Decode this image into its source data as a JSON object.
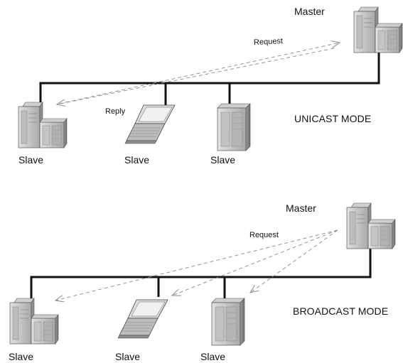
{
  "unicast": {
    "master_label": "Master",
    "request_label": "Request",
    "reply_label": "Reply",
    "mode_label": "UNICAST MODE",
    "slaves": [
      "Slave",
      "Slave",
      "Slave"
    ]
  },
  "broadcast": {
    "master_label": "Master",
    "request_label": "Request",
    "mode_label": "BROADCAST MODE",
    "slaves": [
      "Slave",
      "Slave",
      "Slave"
    ]
  },
  "icons": {
    "master": "server-tower-icon",
    "slave_server": "server-tower-icon",
    "slave_laptop": "laptop-icon"
  },
  "colors": {
    "device_light": "#d4d4d4",
    "device_mid": "#a8a8a8",
    "device_dark": "#6f6f6f",
    "bus": "#111111",
    "arrow": "#9a9a9a"
  }
}
